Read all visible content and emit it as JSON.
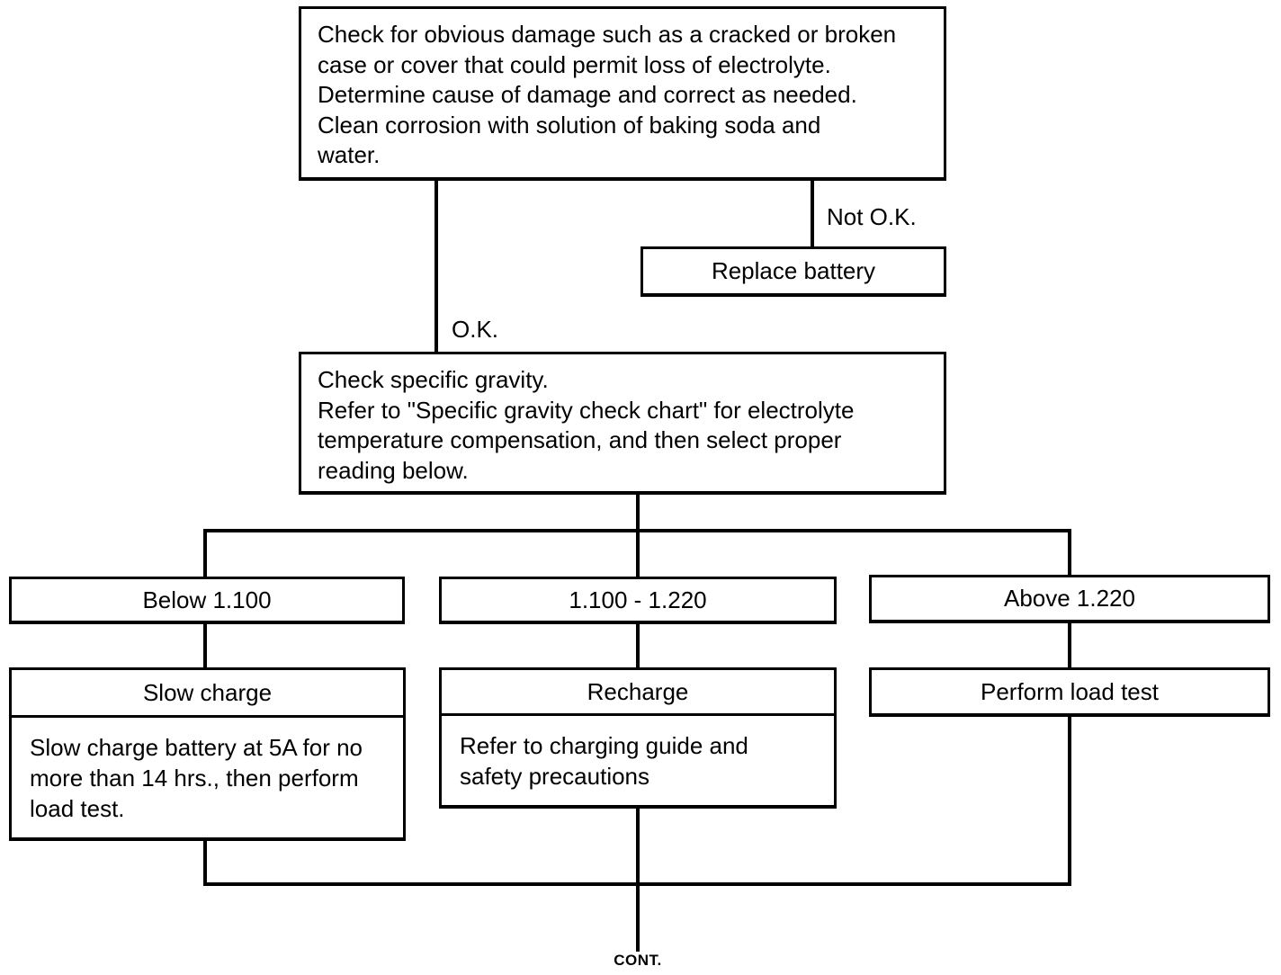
{
  "colors": {
    "ink": "#000000",
    "background": "#ffffff"
  },
  "nodes": {
    "damage_check": {
      "lines": [
        "Check for obvious damage such as a cracked or broken",
        "case or cover that could permit loss of electrolyte.",
        "Determine cause of damage and correct as needed.",
        "Clean corrosion with solution of baking soda and",
        "water."
      ]
    },
    "replace_battery": {
      "label": "Replace battery"
    },
    "gravity_check": {
      "lines": [
        "Check specific gravity.",
        "Refer to \"Specific gravity check chart\" for electrolyte",
        "temperature compensation, and then select proper",
        "reading below."
      ]
    },
    "below_1100": {
      "label": "Below 1.100"
    },
    "range_1100_1220": {
      "label": "1.100 - 1.220"
    },
    "above_1220": {
      "label": "Above 1.220"
    },
    "slow_charge": {
      "title": "Slow charge",
      "body_lines": [
        "Slow charge battery at 5A for no",
        "more than 14 hrs., then perform",
        "load test."
      ]
    },
    "recharge": {
      "title": "Recharge",
      "body_lines": [
        "Refer to charging guide and",
        "safety precautions"
      ]
    },
    "perform_load_test": {
      "label": "Perform load test"
    }
  },
  "edge_labels": {
    "not_ok": "Not O.K.",
    "ok": "O.K."
  },
  "footer": {
    "continuation": "CONT."
  }
}
